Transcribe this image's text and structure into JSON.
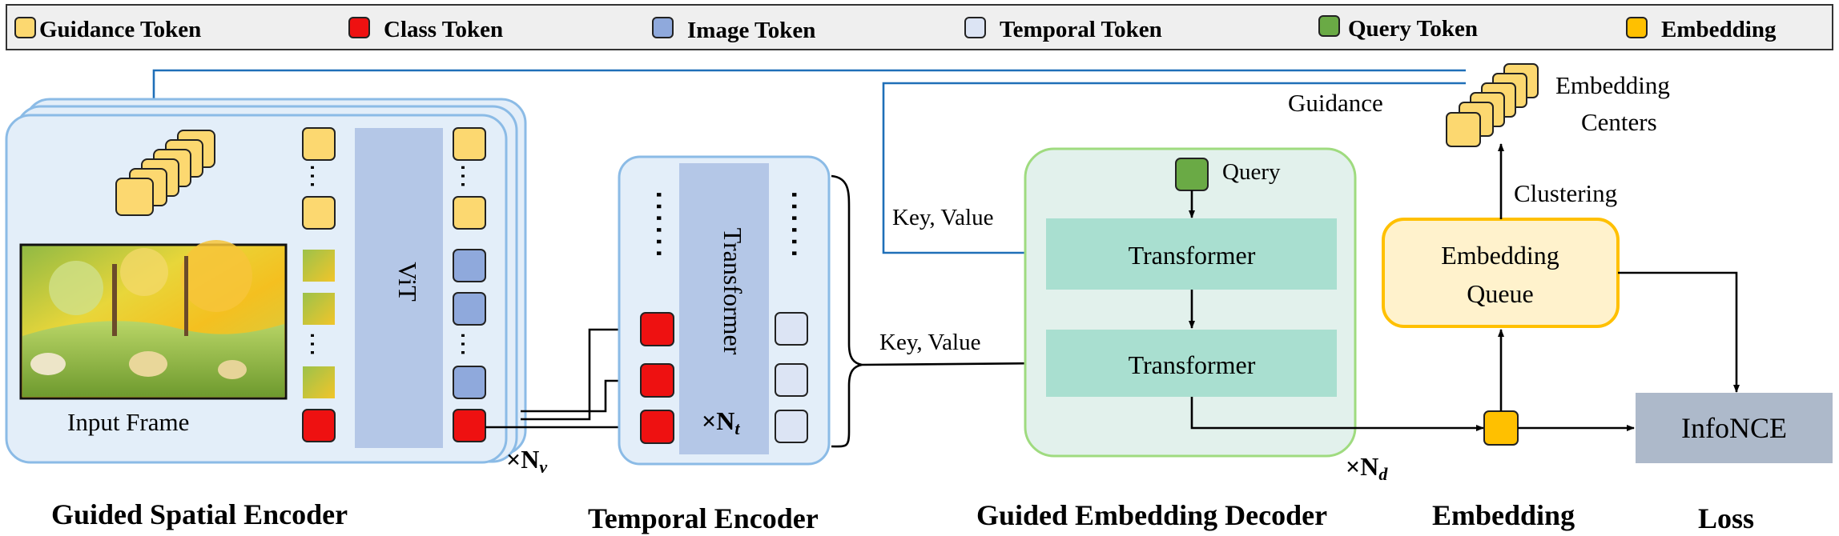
{
  "legend": {
    "items": [
      {
        "label": "Guidance Token",
        "color": "#FCD870"
      },
      {
        "label": "Class Token",
        "color": "#EE1111"
      },
      {
        "label": "Image Token",
        "color": "#8FA9DC"
      },
      {
        "label": "Temporal Token",
        "color": "#DCE4F4"
      },
      {
        "label": "Query Token",
        "color": "#6AAA45"
      },
      {
        "label": "Embedding",
        "color": "#FFC000"
      }
    ]
  },
  "spatial": {
    "vit_label": "ViT",
    "input_frame_label": "Input Frame",
    "repeat_label": "×N",
    "repeat_sub": "v",
    "section_title": "Guided Spatial Encoder"
  },
  "temporal": {
    "transformer_label": "Transformer",
    "repeat_label": "×N",
    "repeat_sub": "t",
    "section_title": "Temporal Encoder"
  },
  "decoder": {
    "query_label": "Query",
    "transformer1_label": "Transformer",
    "transformer2_label": "Transformer",
    "repeat_label": "×N",
    "repeat_sub": "d",
    "section_title": "Guided Embedding Decoder"
  },
  "labels": {
    "key_value_top": "Key, Value",
    "key_value_mid": "Key, Value",
    "guidance": "Guidance",
    "embedding_centers_line1": "Embedding",
    "embedding_centers_line2": "Centers",
    "clustering": "Clustering",
    "queue_line1": "Embedding",
    "queue_line2": "Queue",
    "infonce": "InfoNCE",
    "embedding_title": "Embedding",
    "loss_title": "Loss"
  },
  "colors": {
    "encoder_fill": "#E3EEF9",
    "encoder_stroke": "#8BBBE6",
    "vit_fill": "#B4C7E7",
    "decoder_fill": "#E2F1EC",
    "decoder_stroke": "#9FDB7F",
    "transformer_fill": "#A9DFD0",
    "queue_fill": "#FFF2CC",
    "queue_stroke": "#FFC000",
    "infonce_fill": "#ADB9CA",
    "guidance_line": "#1F6FB8"
  }
}
